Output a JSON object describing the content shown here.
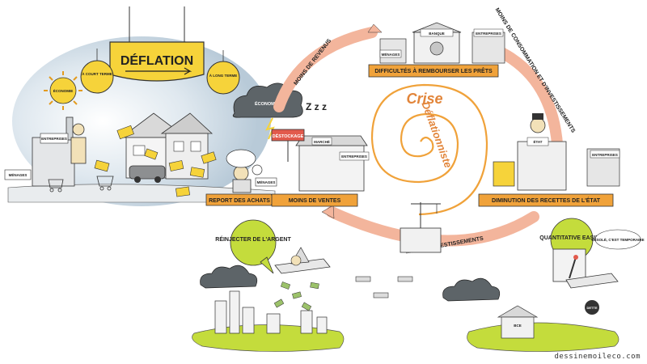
{
  "title": "DÉFLATION",
  "spiral_center": {
    "line1": "Crise",
    "line2": "Déflationniste"
  },
  "signs": {
    "court_terme": "À COURT TERME",
    "long_terme": "À LONG TERME",
    "economie_sun": "ÉCONOMIE",
    "economie_cloud": "ÉCONOMIE",
    "destockage": "DÉSTOCKAGE",
    "menages_left": "MÉNAGES",
    "entreprises_left": "ENTREPRISES",
    "menages_mid": "MÉNAGES",
    "entreprises_mid": "ENTREPRISES",
    "marche": "MARCHÉ",
    "entreprises_top": "ENTREPRISES",
    "menages_top": "MÉNAGES",
    "banque": "BANQUE",
    "etat": "ÉTAT",
    "entreprises_right": "ENTREPRISES",
    "zzz": "Z z z",
    "qe_thought": "DÉSOLÉ, C'EST TEMPORAIRE",
    "bce": "BCE",
    "debt_label": "DETTE"
  },
  "cycle": {
    "moins_revenus": "MOINS DE REVENUS",
    "difficultes": "DIFFICULTÉS À REMBOURSER LES PRÊTS",
    "moins_conso": "MOINS DE CONSOMMATION ET D'INVESTISSEMENTS",
    "diminution": "DIMINUTION DES RECETTES DE L'ÉTAT",
    "moins_invest": "MOINS D'INVESTISSEMENTS",
    "moins_ventes": "MOINS DE VENTES",
    "report": "REPORT DES ACHATS"
  },
  "bubbles": {
    "reinjecter": "RÉINJECTER DE L'ARGENT",
    "qe": "QUANTITATIVE EASING"
  },
  "credit": "dessinemoileco.com",
  "colors": {
    "orange": "#f0a23a",
    "salmon": "#f3b59c",
    "yellow": "#f6d33a",
    "green": "#c4dc3c",
    "sky": "#c9d9e4",
    "ink": "#222222"
  }
}
